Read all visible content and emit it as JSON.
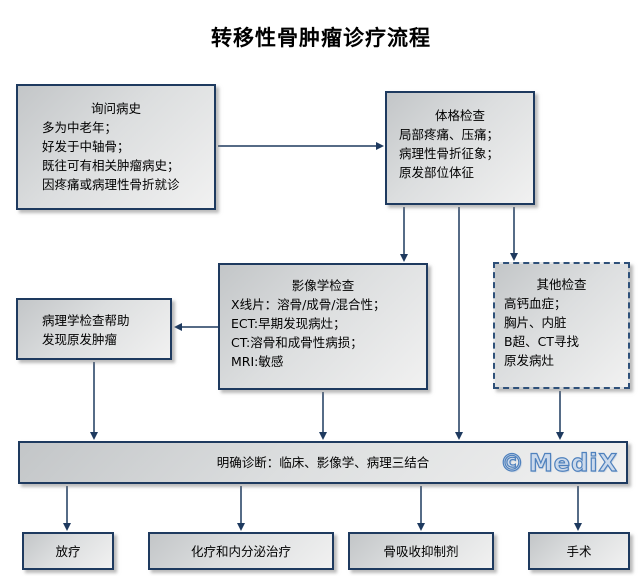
{
  "title": "转移性骨肿瘤诊疗流程",
  "nodes": {
    "history": {
      "title": "询问病史",
      "lines": [
        "多为中老年；",
        "好发于中轴骨；",
        "既往可有相关肿瘤病史；",
        "因疼痛或病理性骨折就诊"
      ]
    },
    "physical": {
      "title": "体格检查",
      "lines": [
        "局部疼痛、压痛；",
        "病理性骨折征象；",
        "原发部位体征"
      ]
    },
    "imaging": {
      "title": "影像学检查",
      "lines": [
        "X线片：溶骨/成骨/混合性；",
        "ECT:早期发现病灶；",
        "CT:溶骨和成骨性病损；",
        "MRI:敏感"
      ]
    },
    "other": {
      "title": "其他检查",
      "lines": [
        "高钙血症；",
        "胸片、内脏",
        "B超、CT寻找",
        "原发病灶"
      ]
    },
    "pathology": {
      "lines": [
        "病理学检查帮助",
        "发现原发肿瘤"
      ]
    },
    "diagnosis": {
      "label": "明确诊断：临床、影像学、病理三结合"
    },
    "treatments": {
      "radiotherapy": "放疗",
      "chemo": "化疗和内分泌治疗",
      "bone_inhibitor": "骨吸收抑制剂",
      "surgery": "手术"
    }
  },
  "watermark": {
    "copyright": "©",
    "brand": "MediX"
  },
  "colors": {
    "node_border": "#1e3a5f",
    "dashed_border": "#2e5079",
    "arrow": "#1e3a5f",
    "node_fill_dark": "#c3c6c8",
    "node_fill_light": "#f1f1f1",
    "watermark_fill": "#ccdaec",
    "watermark_stroke": "#4f81bd"
  }
}
